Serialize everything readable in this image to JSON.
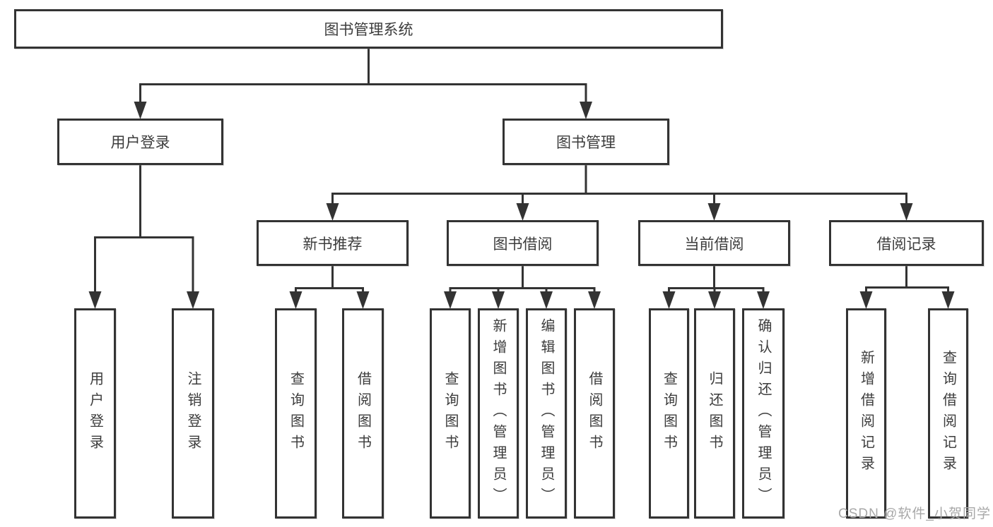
{
  "diagram": {
    "root": {
      "label": "图书管理系统"
    },
    "level2": {
      "user_login": "用户登录",
      "book_management": "图书管理"
    },
    "level3": {
      "new_book_recommend": "新书推荐",
      "book_borrow": "图书借阅",
      "current_borrow": "当前借阅",
      "borrow_record": "借阅记录"
    },
    "leaves": {
      "user_login": [
        "用户登录",
        "注销登录"
      ],
      "new_book_recommend": [
        "查询图书",
        "借阅图书"
      ],
      "book_borrow": [
        "查询图书",
        "新增图书（管理员）",
        "编辑图书（管理员）",
        "借阅图书"
      ],
      "current_borrow": [
        "查询图书",
        "归还图书",
        "确认归还（管理员）"
      ],
      "borrow_record": [
        "新增借阅记录",
        "查询借阅记录"
      ]
    }
  },
  "watermark": "CSDN @软件_小贺同学",
  "colors": {
    "line": "#333333",
    "text": "#3c3c3c",
    "watermark": "#a8a8a8",
    "background": "#ffffff"
  }
}
